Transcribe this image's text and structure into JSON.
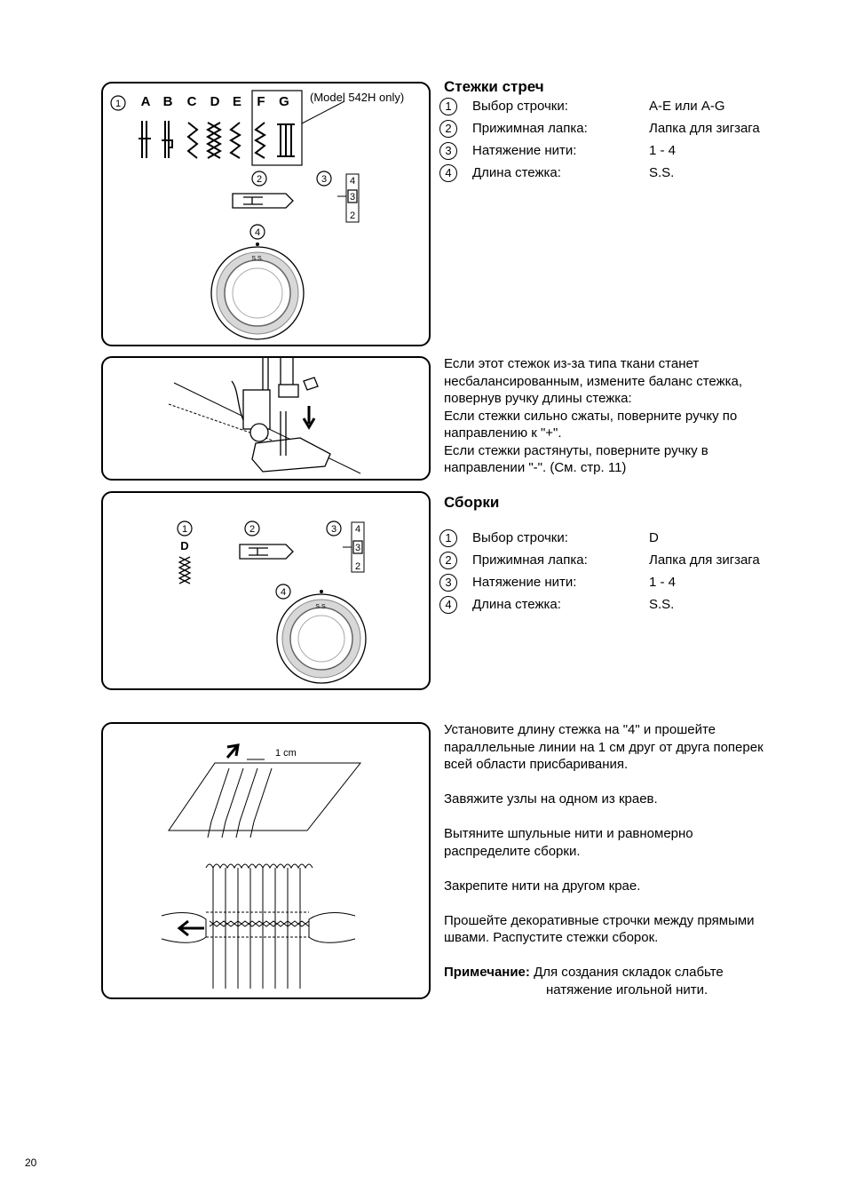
{
  "stretch": {
    "heading": "Стежки стреч",
    "settings": [
      {
        "num": "1",
        "label": "Выбор строчки:",
        "value": "A-E или A-G"
      },
      {
        "num": "2",
        "label": "Прижимная лапка:",
        "value": "Лапка для зигзага"
      },
      {
        "num": "3",
        "label": "Натяжение нити:",
        "value": "1 - 4"
      },
      {
        "num": "4",
        "label": "Длина стежка:",
        "value": "S.S."
      }
    ],
    "figure": {
      "num1": "1",
      "letters": [
        "A",
        "B",
        "C",
        "D",
        "E",
        "F",
        "G"
      ],
      "model_note": "(Model 542H only)",
      "num2": "2",
      "num3": "3",
      "num4": "4",
      "tension_marks": [
        "4",
        "3",
        "2"
      ],
      "dial_label": "S.S."
    }
  },
  "balance": {
    "lines": [
      "Если  этот стежок из-за типа ткани станет",
      "несбалансированным, измените баланс стежка,",
      "повернув ручку длины стежка:",
      "Если стежки сильно сжаты, поверните ручку по",
      "направлению к \"+\".",
      "Если стежки растянуты, поверните ручку в",
      "направлении \"-\". (См. стр. 11)"
    ]
  },
  "gathers": {
    "heading": "Сборки",
    "settings": [
      {
        "num": "1",
        "label": "Выбор строчки:",
        "value": "D"
      },
      {
        "num": "2",
        "label": "Прижимная лапка:",
        "value": "Лапка для зигзага"
      },
      {
        "num": "3",
        "label": "Натяжение нити:",
        "value": "1 - 4"
      },
      {
        "num": "4",
        "label": "Длина стежка:",
        "value": "S.S."
      }
    ],
    "figure": {
      "num1": "1",
      "letter": "D",
      "num2": "2",
      "num3": "3",
      "num4": "4",
      "tension_marks": [
        "4",
        "3",
        "2"
      ],
      "dial_label": "S.S."
    }
  },
  "instructions": {
    "p1": [
      "Установите длину стежка на \"4\" и прошейте",
      "параллельные линии на 1 см друг от друга поперек",
      "всей области присбаривания."
    ],
    "p2": "Завяжите узлы на одном из краев.",
    "p3": [
      "Вытяните шпульные нити и равномерно",
      "распределите сборки."
    ],
    "p4": "Закрепите нити на другом крае.",
    "p5": [
      "Прошейте декоративные строчки между прямыми",
      "швами. Распустите стежки сборок."
    ],
    "note_label": "Примечание:",
    "note_line1": " Для создания складок слабьте",
    "note_line2": "натяжение игольной нити.",
    "figure_label": "1 cm"
  },
  "page_number": "20"
}
